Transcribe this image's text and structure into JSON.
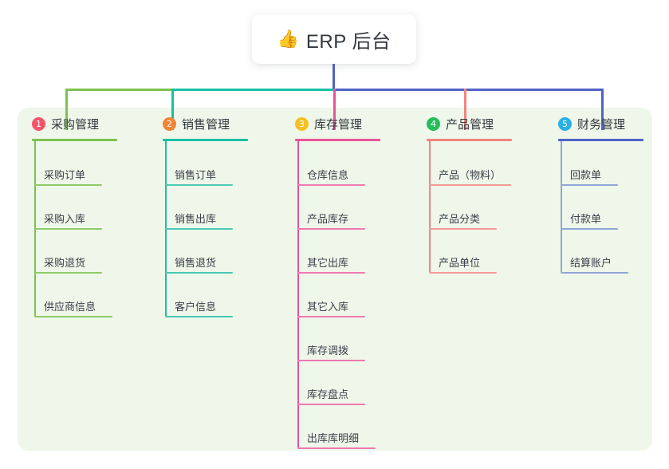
{
  "root": {
    "icon": "thumbs-up-icon",
    "emoji": "👍",
    "label": "ERP 后台"
  },
  "palette": {
    "page_bg": "#ffffff",
    "panel_bg": "#eef7e9",
    "text": "#32373e",
    "leaf_text": "#3a4049",
    "green": "#7cc24f",
    "teal": "#19bfa5",
    "pink": "#e8549a",
    "red": "#f4837f",
    "blue": "#4f63c8",
    "stem_blue": "#8fa6d8",
    "badge1": "#f2556b",
    "badge2": "#f08437",
    "badge3": "#f5c024",
    "badge4": "#25bd5c",
    "badge5": "#2bb0e8"
  },
  "columns": [
    {
      "number": "1",
      "title": "采购管理",
      "badge_color": "#f2556b",
      "line_color": "#7cc24f",
      "stem_color": "#7cc24f",
      "items": [
        "采购订单",
        "采购入库",
        "采购退货",
        "供应商信息"
      ]
    },
    {
      "number": "2",
      "title": "销售管理",
      "badge_color": "#f08437",
      "line_color": "#19bfa5",
      "stem_color": "#19bfa5",
      "items": [
        "销售订单",
        "销售出库",
        "销售退货",
        "客户信息"
      ]
    },
    {
      "number": "3",
      "title": "库存管理",
      "badge_color": "#f5c024",
      "line_color": "#e8549a",
      "stem_color": "#e8549a",
      "items": [
        "仓库信息",
        "产品库存",
        "其它出库",
        "其它入库",
        "库存调拨",
        "库存盘点",
        "出库库明细"
      ]
    },
    {
      "number": "4",
      "title": "产品管理",
      "badge_color": "#25bd5c",
      "line_color": "#f4837f",
      "stem_color": "#f4837f",
      "items": [
        "产品（物料）",
        "产品分类",
        "产品单位"
      ]
    },
    {
      "number": "5",
      "title": "财务管理",
      "badge_color": "#2bb0e8",
      "line_color": "#4f63c8",
      "stem_color": "#8fa6d8",
      "items": [
        "回款单",
        "付款单",
        "结算账户"
      ]
    }
  ]
}
